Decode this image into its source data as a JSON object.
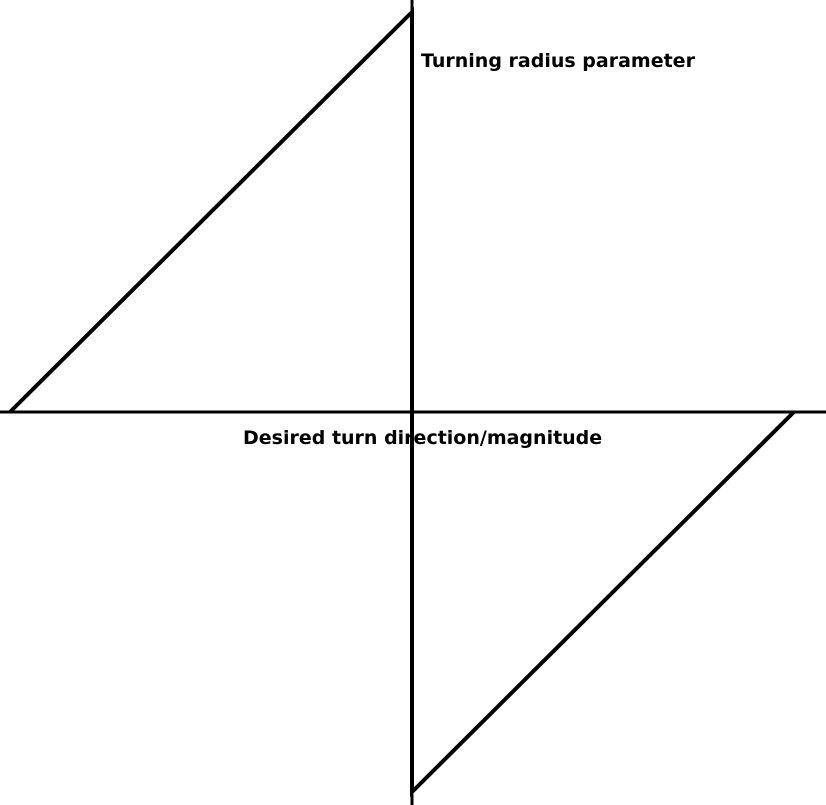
{
  "chart_data": {
    "type": "line",
    "title": "",
    "xlabel": "Desired turn direction/magnitude",
    "ylabel": "Turning radius parameter",
    "xlim": [
      -1,
      1
    ],
    "ylim": [
      -1,
      1
    ],
    "grid": false,
    "series": [
      {
        "x": [
          -1,
          0,
          0,
          0.95
        ],
        "y": [
          0,
          1,
          -0.95,
          0
        ]
      }
    ],
    "colors": {
      "axis": "#000000",
      "line": "#000000",
      "background": "#ffffff"
    }
  }
}
